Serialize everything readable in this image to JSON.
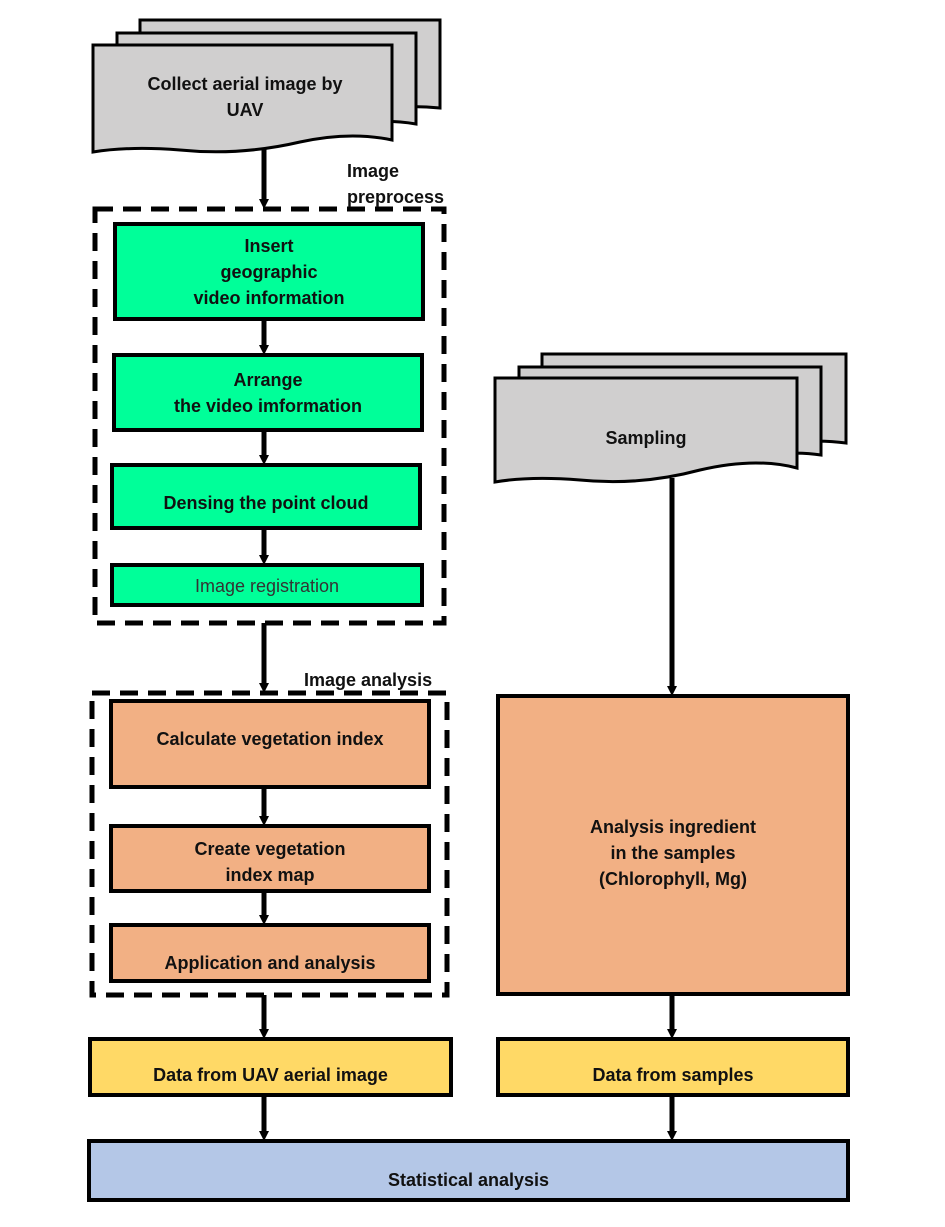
{
  "doc_inputs": {
    "aerial": "Collect aerial image by\nUAV",
    "sampling": "Sampling"
  },
  "groups": {
    "preprocess": "Image\npreprocess",
    "analysis": "Image analysis"
  },
  "preprocess_steps": {
    "insert": "Insert\ngeographic\nvideo information",
    "arrange": "Arrange\nthe video imformation",
    "densing": "Densing the point cloud",
    "registration": "Image registration"
  },
  "analysis_steps": {
    "calculate": "Calculate vegetation index",
    "create_map": "Create vegetation\nindex map",
    "application": "Application and analysis"
  },
  "sample_analysis": "Analysis ingredient\nin the samples\n(Chlorophyll, Mg)",
  "outputs": {
    "uav_data": "Data from UAV aerial image",
    "sample_data": "Data from samples"
  },
  "final": "Statistical analysis",
  "colors": {
    "document": "#d0cfcf",
    "preprocess": "#00ff99",
    "analysis": "#f2b084",
    "output": "#ffd966",
    "final": "#b4c7e7",
    "stroke": "#000000"
  }
}
